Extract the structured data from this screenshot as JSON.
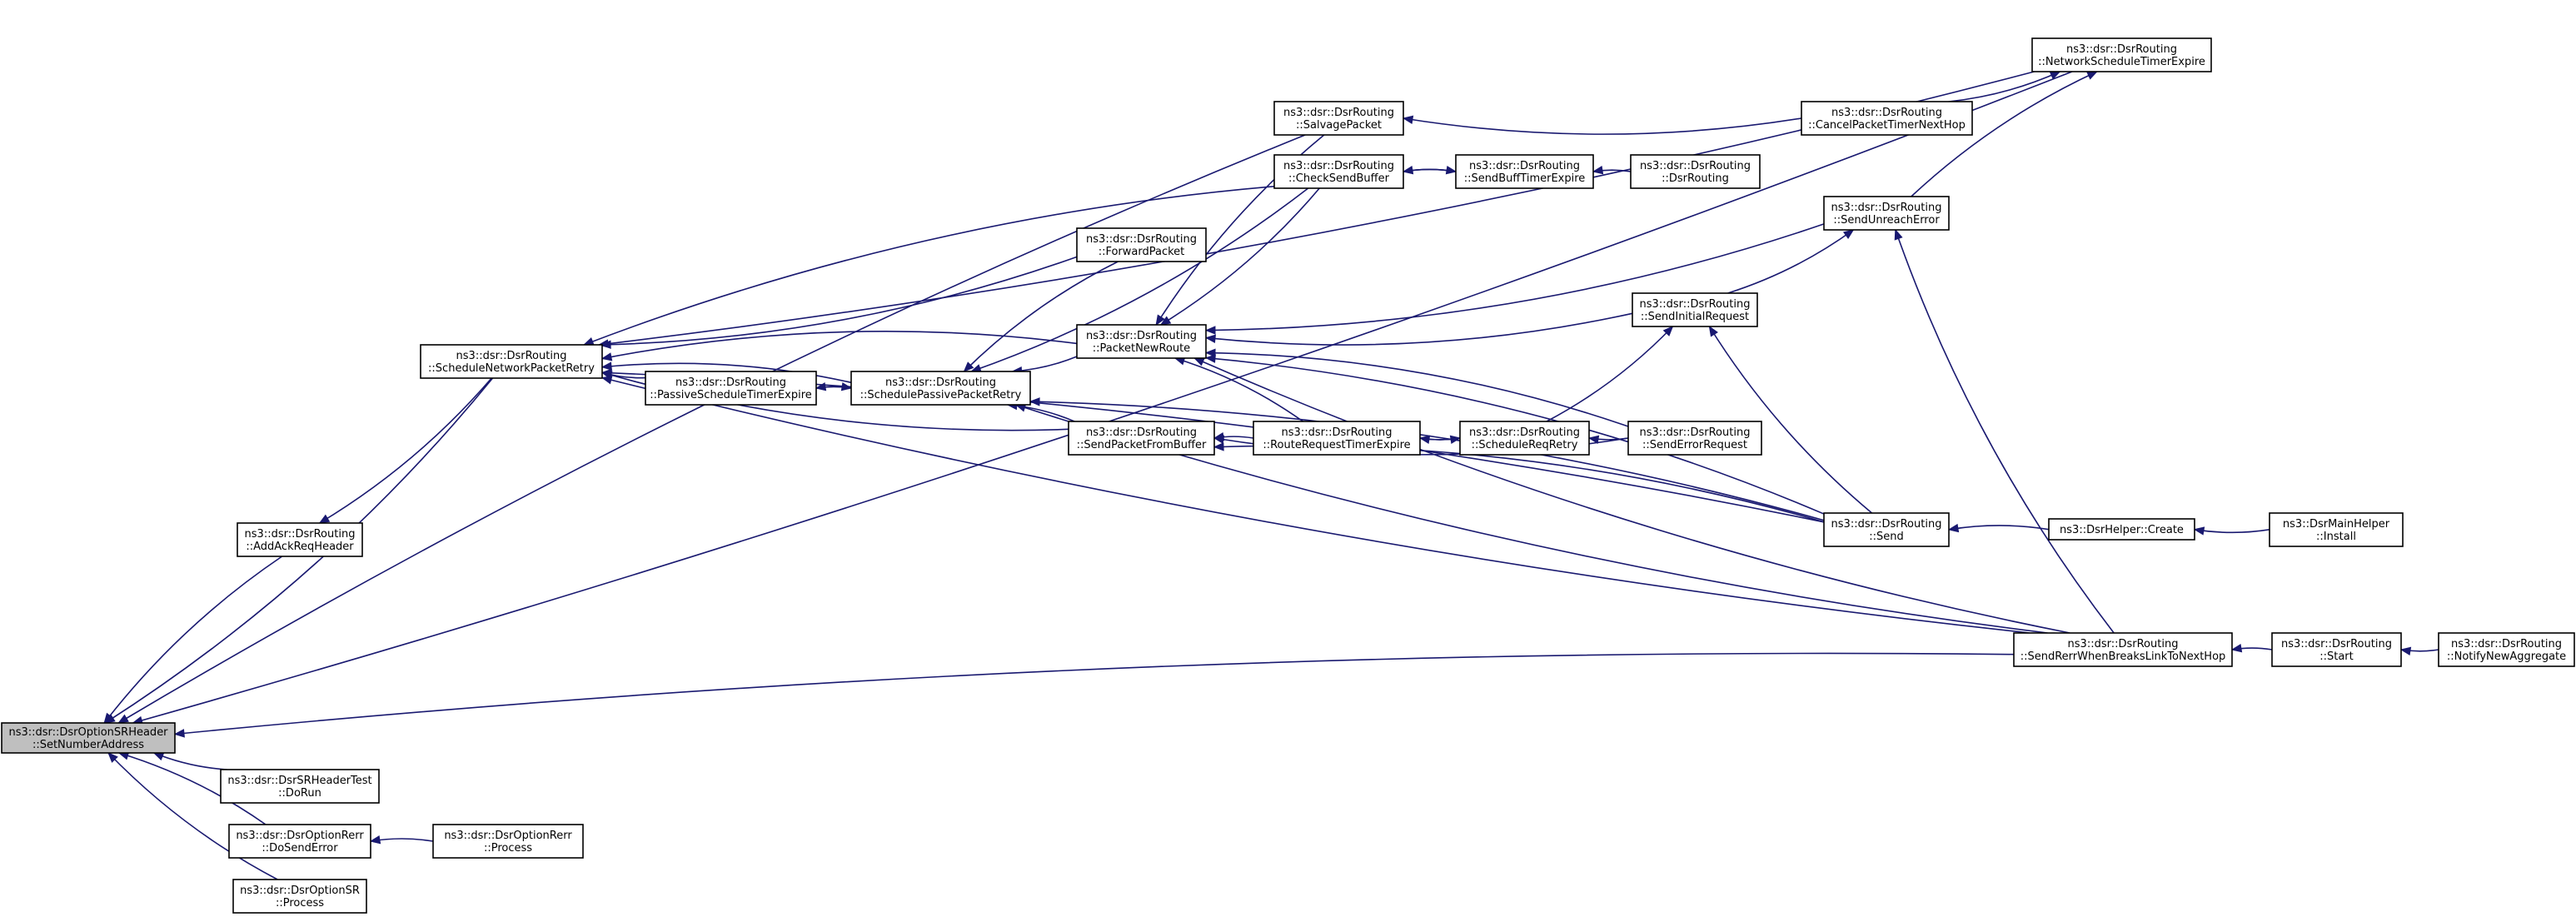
{
  "graph": {
    "title": "",
    "edge_color": "#191970",
    "root_fill": "#bfbfbf",
    "nodes": [
      {
        "id": "setnumaddr",
        "lines": [
          "ns3::dsr::DsrOptionSRHeader",
          "::SetNumberAddress"
        ],
        "root": true
      },
      {
        "id": "schednetretry",
        "lines": [
          "ns3::dsr::DsrRouting",
          "::ScheduleNetworkPacketRetry"
        ]
      },
      {
        "id": "addackreq",
        "lines": [
          "ns3::dsr::DsrRouting",
          "::AddAckReqHeader"
        ]
      },
      {
        "id": "srheadertest",
        "lines": [
          "ns3::dsr::DsrSRHeaderTest",
          "::DoRun"
        ]
      },
      {
        "id": "dosenderror",
        "lines": [
          "ns3::dsr::DsrOptionRerr",
          "::DoSendError"
        ]
      },
      {
        "id": "optsrprocess",
        "lines": [
          "ns3::dsr::DsrOptionSR",
          "::Process"
        ]
      },
      {
        "id": "rerrprocess",
        "lines": [
          "ns3::dsr::DsrOptionRerr",
          "::Process"
        ]
      },
      {
        "id": "passivetimerexp",
        "lines": [
          "ns3::dsr::DsrRouting",
          "::PassiveScheduleTimerExpire"
        ]
      },
      {
        "id": "schedpassive",
        "lines": [
          "ns3::dsr::DsrRouting",
          "::SchedulePassivePacketRetry"
        ]
      },
      {
        "id": "forwardpacket",
        "lines": [
          "ns3::dsr::DsrRouting",
          "::ForwardPacket"
        ]
      },
      {
        "id": "packetnewroute",
        "lines": [
          "ns3::dsr::DsrRouting",
          "::PacketNewRoute"
        ]
      },
      {
        "id": "sendfrombuffer",
        "lines": [
          "ns3::dsr::DsrRouting",
          "::SendPacketFromBuffer"
        ]
      },
      {
        "id": "salvage",
        "lines": [
          "ns3::dsr::DsrRouting",
          "::SalvagePacket"
        ]
      },
      {
        "id": "checksendbuffer",
        "lines": [
          "ns3::dsr::DsrRouting",
          "::CheckSendBuffer"
        ]
      },
      {
        "id": "routereqexpire",
        "lines": [
          "ns3::dsr::DsrRouting",
          "::RouteRequestTimerExpire"
        ]
      },
      {
        "id": "sendbufftimer",
        "lines": [
          "ns3::dsr::DsrRouting",
          "::SendBuffTimerExpire"
        ]
      },
      {
        "id": "schedreqretry",
        "lines": [
          "ns3::dsr::DsrRouting",
          "::ScheduleReqRetry"
        ]
      },
      {
        "id": "ctor",
        "lines": [
          "ns3::dsr::DsrRouting",
          "::DsrRouting"
        ]
      },
      {
        "id": "sendinitreq",
        "lines": [
          "ns3::dsr::DsrRouting",
          "::SendInitialRequest"
        ]
      },
      {
        "id": "senderrorreq",
        "lines": [
          "ns3::dsr::DsrRouting",
          "::SendErrorRequest"
        ]
      },
      {
        "id": "cancelpacket",
        "lines": [
          "ns3::dsr::DsrRouting",
          "::CancelPacketTimerNextHop"
        ]
      },
      {
        "id": "sendunreach",
        "lines": [
          "ns3::dsr::DsrRouting",
          "::SendUnreachError"
        ]
      },
      {
        "id": "send",
        "lines": [
          "ns3::dsr::DsrRouting",
          "::Send"
        ]
      },
      {
        "id": "netschedtimer",
        "lines": [
          "ns3::dsr::DsrRouting",
          "::NetworkScheduleTimerExpire"
        ]
      },
      {
        "id": "sendrerr",
        "lines": [
          "ns3::dsr::DsrRouting",
          "::SendRerrWhenBreaksLinkToNextHop"
        ]
      },
      {
        "id": "helpercreate",
        "lines": [
          "ns3::DsrHelper::Create"
        ]
      },
      {
        "id": "start",
        "lines": [
          "ns3::dsr::DsrRouting",
          "::Start"
        ]
      },
      {
        "id": "mainhelper",
        "lines": [
          "ns3::DsrMainHelper",
          "::Install"
        ]
      },
      {
        "id": "notifyagg",
        "lines": [
          "ns3::dsr::DsrRouting",
          "::NotifyNewAggregate"
        ]
      }
    ],
    "edges": [
      {
        "from": "schednetretry",
        "to": "setnumaddr"
      },
      {
        "from": "addackreq",
        "to": "setnumaddr"
      },
      {
        "from": "srheadertest",
        "to": "setnumaddr"
      },
      {
        "from": "dosenderror",
        "to": "setnumaddr"
      },
      {
        "from": "optsrprocess",
        "to": "setnumaddr"
      },
      {
        "from": "salvage",
        "to": "setnumaddr"
      },
      {
        "from": "netschedtimer",
        "to": "setnumaddr"
      },
      {
        "from": "sendrerr",
        "to": "setnumaddr"
      },
      {
        "from": "schednetretry",
        "to": "addackreq"
      },
      {
        "from": "rerrprocess",
        "to": "dosenderror"
      },
      {
        "from": "passivetimerexp",
        "to": "schednetretry"
      },
      {
        "from": "schedpassive",
        "to": "schednetretry"
      },
      {
        "from": "forwardpacket",
        "to": "schednetretry"
      },
      {
        "from": "packetnewroute",
        "to": "schednetretry"
      },
      {
        "from": "sendfrombuffer",
        "to": "schednetretry"
      },
      {
        "from": "checksendbuffer",
        "to": "schednetretry"
      },
      {
        "from": "netschedtimer",
        "to": "schednetretry"
      },
      {
        "from": "send",
        "to": "schednetretry"
      },
      {
        "from": "sendrerr",
        "to": "schednetretry"
      },
      {
        "from": "schedpassive",
        "to": "passivetimerexp"
      },
      {
        "from": "passivetimerexp",
        "to": "schedpassive"
      },
      {
        "from": "forwardpacket",
        "to": "schedpassive"
      },
      {
        "from": "packetnewroute",
        "to": "schedpassive"
      },
      {
        "from": "sendfrombuffer",
        "to": "schedpassive"
      },
      {
        "from": "checksendbuffer",
        "to": "schedpassive"
      },
      {
        "from": "send",
        "to": "schedpassive"
      },
      {
        "from": "sendrerr",
        "to": "schedpassive"
      },
      {
        "from": "salvage",
        "to": "packetnewroute"
      },
      {
        "from": "checksendbuffer",
        "to": "packetnewroute"
      },
      {
        "from": "routereqexpire",
        "to": "packetnewroute"
      },
      {
        "from": "sendinitreq",
        "to": "packetnewroute"
      },
      {
        "from": "senderrorreq",
        "to": "packetnewroute"
      },
      {
        "from": "sendunreach",
        "to": "packetnewroute"
      },
      {
        "from": "send",
        "to": "packetnewroute"
      },
      {
        "from": "sendrerr",
        "to": "packetnewroute"
      },
      {
        "from": "routereqexpire",
        "to": "sendfrombuffer"
      },
      {
        "from": "senderrorreq",
        "to": "sendfrombuffer"
      },
      {
        "from": "send",
        "to": "sendfrombuffer"
      },
      {
        "from": "cancelpacket",
        "to": "salvage"
      },
      {
        "from": "sendbufftimer",
        "to": "checksendbuffer"
      },
      {
        "from": "checksendbuffer",
        "to": "sendbufftimer"
      },
      {
        "from": "ctor",
        "to": "sendbufftimer"
      },
      {
        "from": "schedreqretry",
        "to": "routereqexpire"
      },
      {
        "from": "routereqexpire",
        "to": "schedreqretry"
      },
      {
        "from": "senderrorreq",
        "to": "schedreqretry"
      },
      {
        "from": "schedreqretry",
        "to": "sendinitreq"
      },
      {
        "from": "send",
        "to": "sendinitreq"
      },
      {
        "from": "sendinitreq",
        "to": "sendunreach"
      },
      {
        "from": "sendunreach",
        "to": "netschedtimer"
      },
      {
        "from": "cancelpacket",
        "to": "netschedtimer"
      },
      {
        "from": "sendrerr",
        "to": "sendunreach"
      },
      {
        "from": "helpercreate",
        "to": "send"
      },
      {
        "from": "mainhelper",
        "to": "helpercreate"
      },
      {
        "from": "start",
        "to": "sendrerr"
      },
      {
        "from": "notifyagg",
        "to": "start"
      }
    ]
  }
}
